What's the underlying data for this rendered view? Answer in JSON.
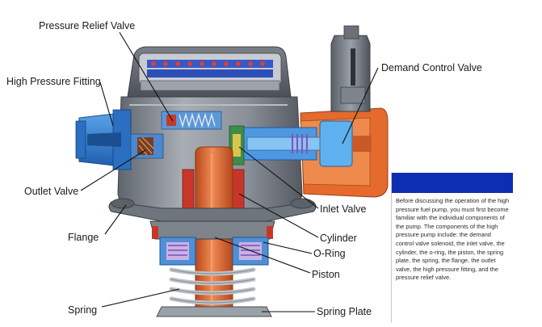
{
  "labels": {
    "pressure_relief_valve": "Pressure Relief Valve",
    "high_pressure_fitting": "High Pressure Fitting",
    "demand_control_valve": "Demand Control Valve",
    "outlet_valve": "Outlet Valve",
    "inlet_valve": "Inlet Valve",
    "flange": "Flange",
    "cylinder": "Cylinder",
    "o_ring": "O-Ring",
    "piston": "Piston",
    "spring": "Spring",
    "spring_plate": "Spring Plate"
  },
  "panel": {
    "text": "Before discussing the operation of the high pressure fuel pump, you must first become familiar with the individual components of the pump. The components of the high pressure pump include: the demand control valve solenoid, the inlet valve, the cylinder, the o-ring, the piston, the spring plate, the spring, the flange, the outlet valve, the high pressure fitting, and the pressure relief valve."
  },
  "colors": {
    "body_gray": "#8e949c",
    "housing_blue": "#2f7fd0",
    "piston_orange": "#e0662c",
    "cylinder_red": "#c8362a",
    "spring_silver": "#c8ccd2",
    "panel_blue": "#0d2db3"
  }
}
